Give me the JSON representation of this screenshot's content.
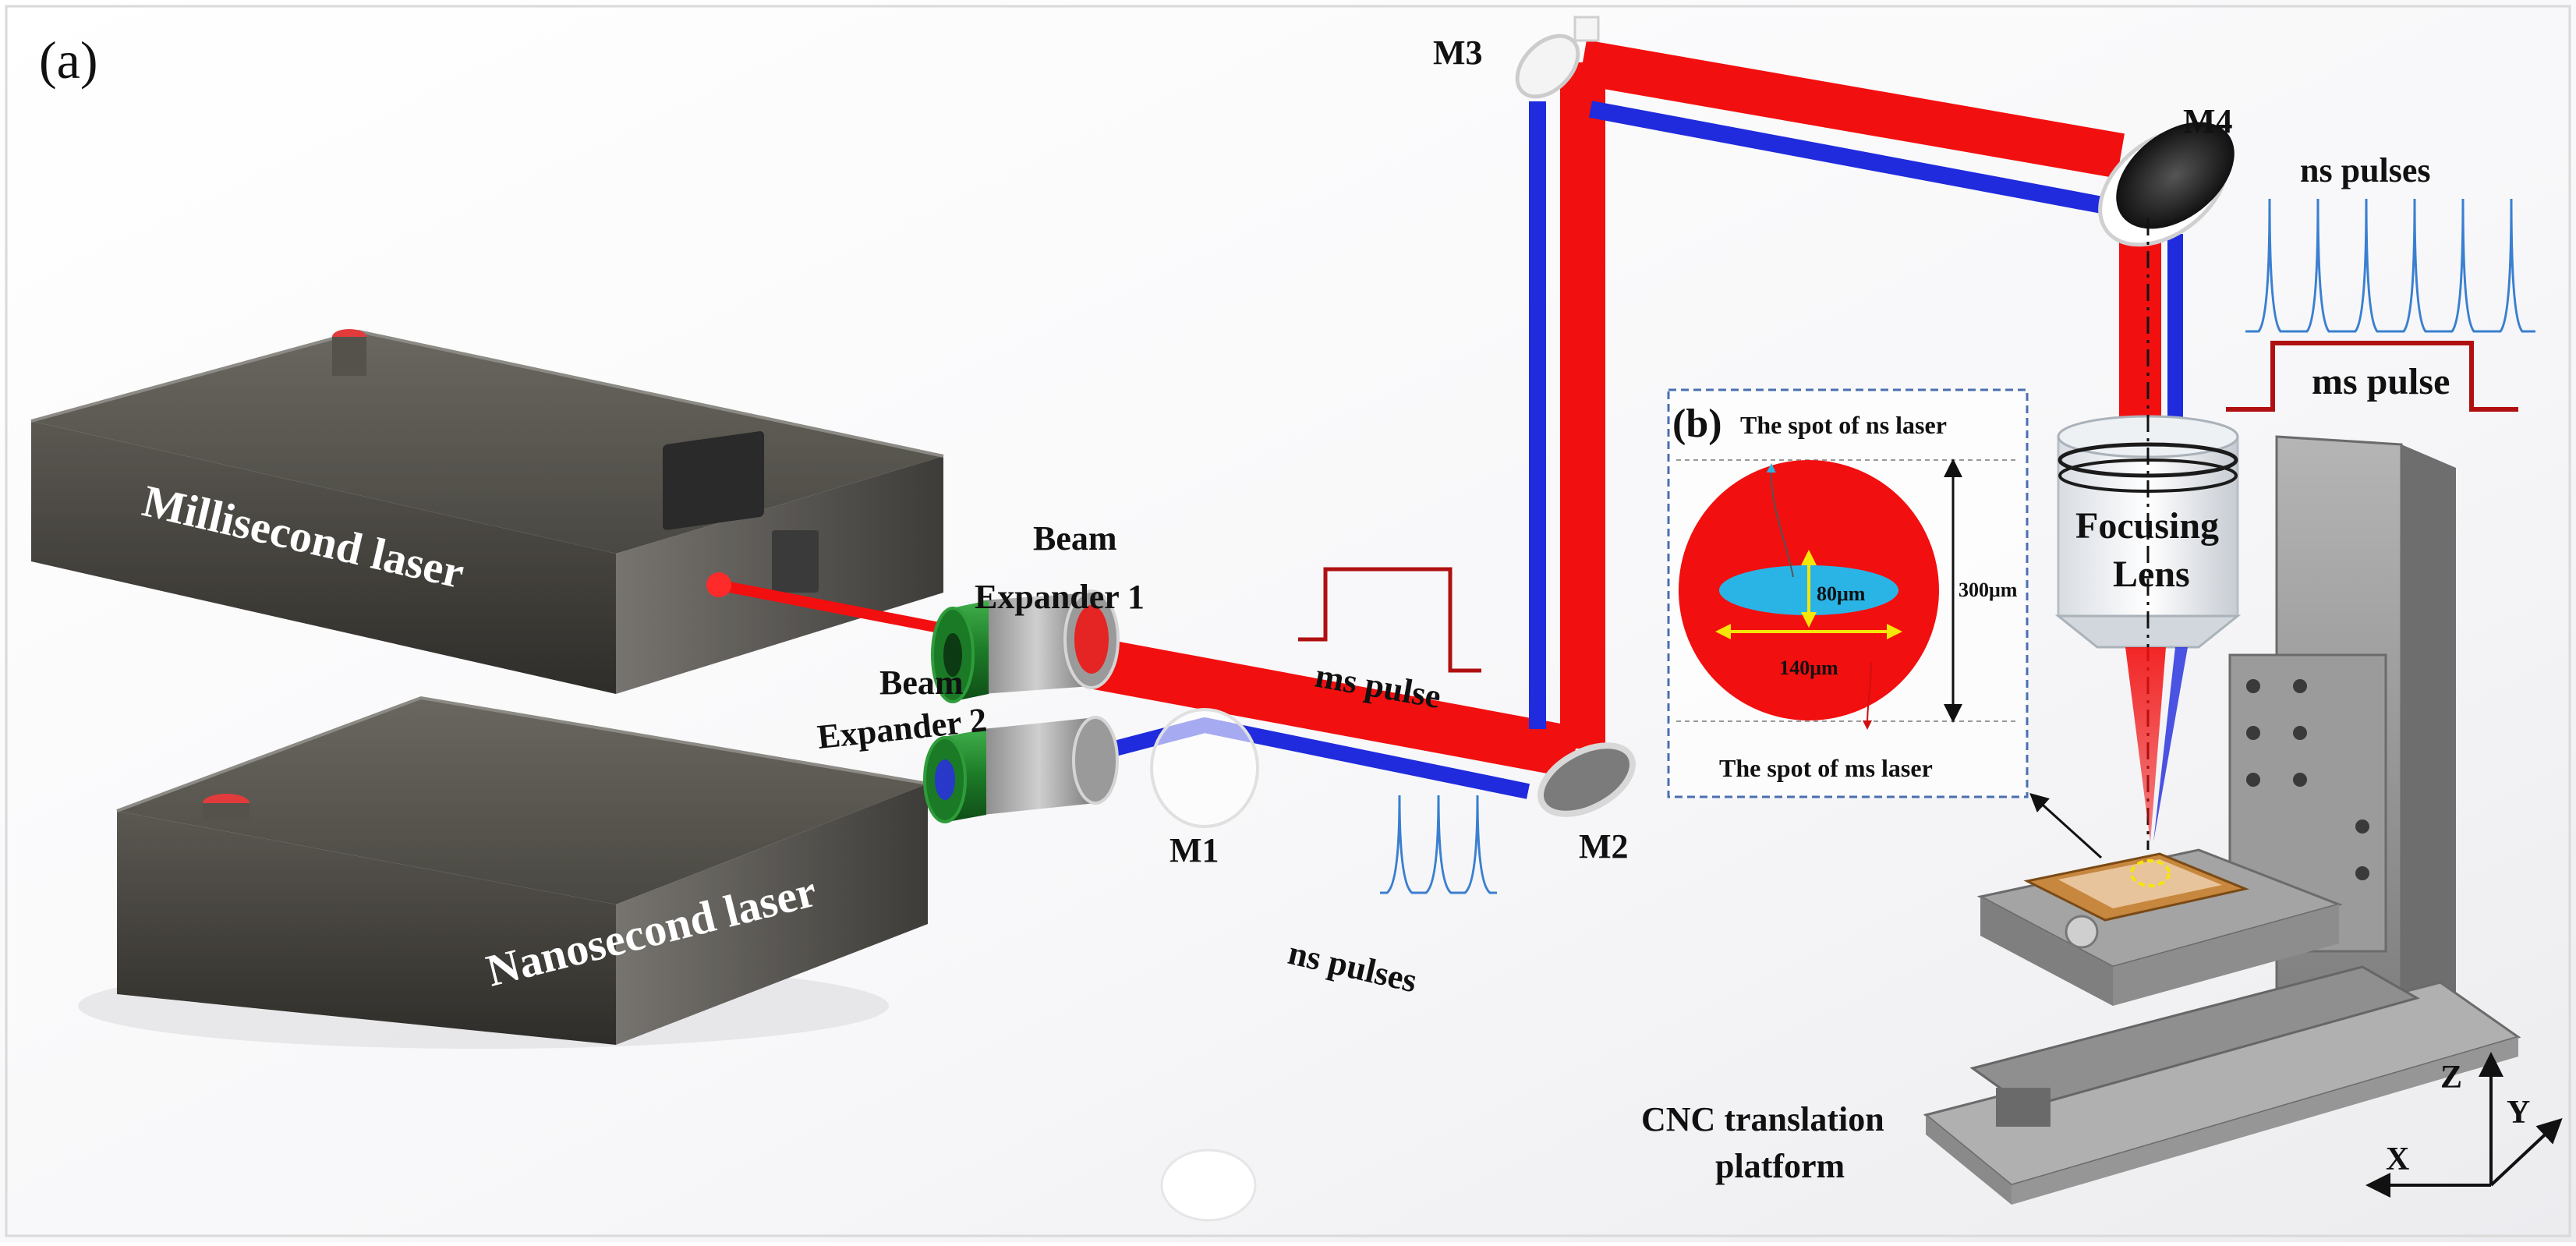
{
  "labels": {
    "panel_a": "(a)",
    "panel_b": "(b)",
    "ms_laser": "Millisecond laser",
    "ns_laser": "Nanosecond laser",
    "expander1_line1": "Beam",
    "expander1_line2": "Expander 1",
    "expander2_line1": "Beam",
    "expander2_line2": "Expander 2",
    "m1": "M1",
    "m2": "M2",
    "m3": "M3",
    "m4": "M4",
    "ms_pulse_mid": "ms pulse",
    "ns_pulses_mid": "ns pulses",
    "ns_pulses_right": "ns pulses",
    "ms_pulse_right": "ms pulse",
    "focusing_line1": "Focusing",
    "focusing_line2": "Lens",
    "cnc_line1": "CNC translation",
    "cnc_line2": "platform",
    "axis_z": "Z",
    "axis_y": "Y",
    "axis_x": "X"
  },
  "inset": {
    "ns_spot": "The spot of ns laser",
    "ms_spot": "The spot of ms laser",
    "dim_80": "80μm",
    "dim_140": "140μm",
    "dim_300": "300μm"
  },
  "colors": {
    "ms_beam": "#f20f0f",
    "ns_beam": "#1f2bdc",
    "ns_spot": "#2ab4e6",
    "pulse_ns": "#3a7fd0",
    "pulse_ms": "#b01010",
    "inset_border": "#4a6fb0",
    "dim_arrow": "#f5e60a"
  }
}
